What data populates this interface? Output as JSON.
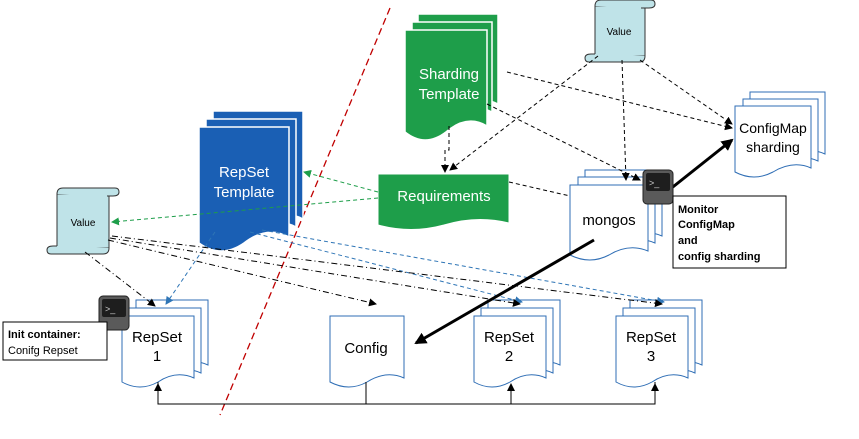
{
  "nodes": {
    "sharding_template": {
      "line1": "Sharding",
      "line2": "Template"
    },
    "repset_template": {
      "line1": "RepSet",
      "line2": "Template"
    },
    "requirements": {
      "label": "Requirements"
    },
    "value_top": {
      "label": "Value"
    },
    "value_left": {
      "label": "Value"
    },
    "configmap_sharding": {
      "line1": "ConfigMap",
      "line2": "sharding"
    },
    "mongos": {
      "label": "mongos"
    },
    "repset1": {
      "line1": "RepSet",
      "line2": "1"
    },
    "config": {
      "label": "Config"
    },
    "repset2": {
      "line1": "RepSet",
      "line2": "2"
    },
    "repset3": {
      "line1": "RepSet",
      "line2": "3"
    }
  },
  "callouts": {
    "monitor": {
      "line1": "Monitor",
      "line2": "ConfigMap",
      "line3": "and",
      "line4": "config sharding"
    },
    "init": {
      "line1": "Init container:",
      "line2": "Conifg Repset"
    }
  },
  "colors": {
    "green": "#1E9E4A",
    "blue": "#1A5FB4",
    "scroll": "#BFE3E8",
    "red_divider": "#C00000",
    "doc_border": "#2F6EB5"
  },
  "icons": {
    "terminal": "terminal-icon"
  }
}
